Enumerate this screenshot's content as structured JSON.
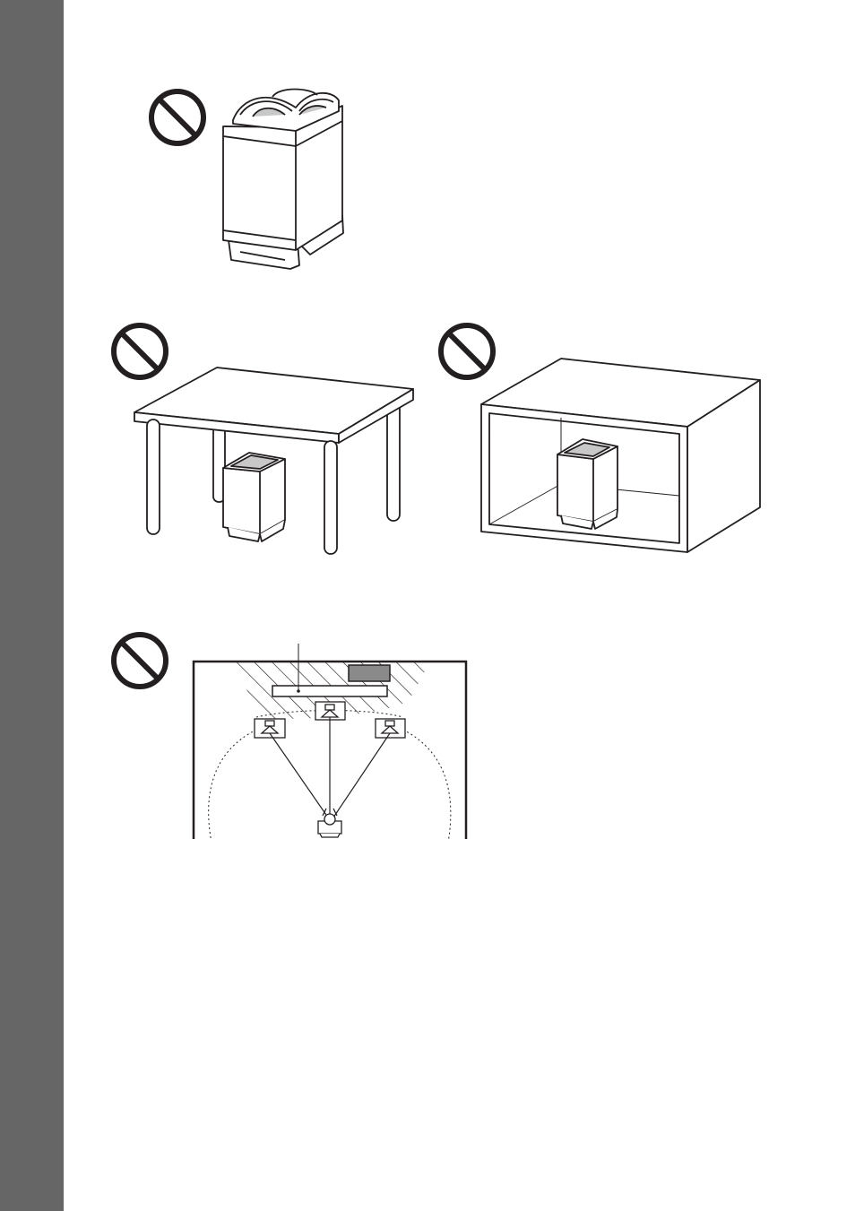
{
  "page": {
    "background": "#ffffff",
    "side_tab_color": "#666666",
    "line_color": "#231f20",
    "accent_gray": "#8a8a8a"
  },
  "icons": {
    "prohibited": "prohibition-icon",
    "subwoofer": "subwoofer-icon",
    "table": "table-icon",
    "cabinet": "cabinet-icon",
    "speaker": "speaker-icon",
    "listener": "listener-icon",
    "sound_bar": "sound-bar-icon"
  },
  "illustrations": [
    {
      "id": "subwoofer-covered",
      "status": "prohibited"
    },
    {
      "id": "subwoofer-under-table",
      "status": "prohibited"
    },
    {
      "id": "subwoofer-in-cabinet",
      "status": "prohibited"
    },
    {
      "id": "room-layout",
      "status": "prohibited"
    }
  ]
}
